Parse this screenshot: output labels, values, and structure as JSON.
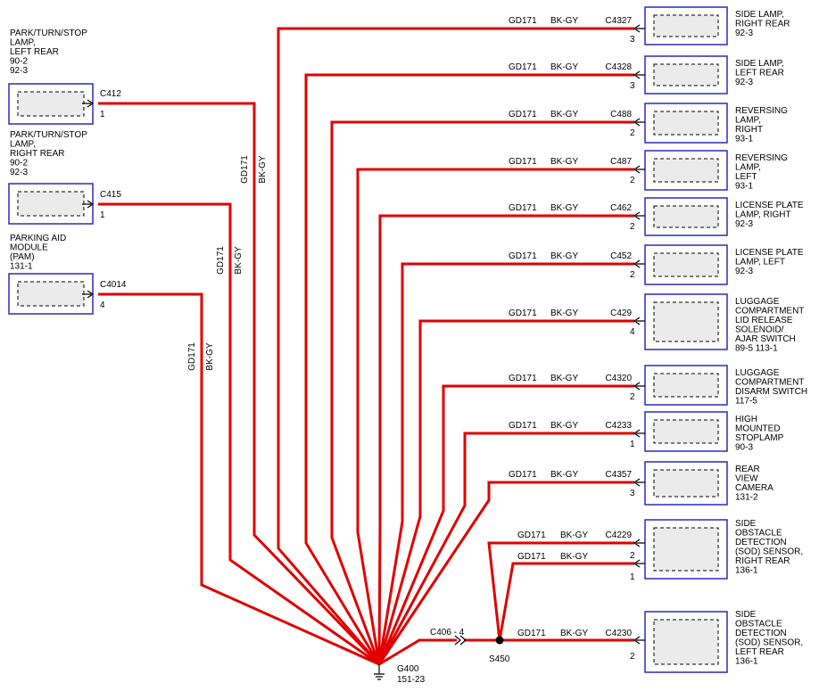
{
  "left_components": [
    {
      "lines": [
        "PARK/TURN/STOP",
        "LAMP,",
        "LEFT REAR",
        "90-2",
        "92-3"
      ],
      "connector": "C412",
      "pin": "1",
      "wire_v": "GD171",
      "wire_c": "BK-GY"
    },
    {
      "lines": [
        "PARK/TURN/STOP",
        "LAMP,",
        "RIGHT REAR",
        "90-2",
        "92-3"
      ],
      "connector": "C415",
      "pin": "1",
      "wire_v": "GD171",
      "wire_c": "BK-GY"
    },
    {
      "lines": [
        "PARKING AID",
        "MODULE",
        "(PAM)",
        "131-1"
      ],
      "connector": "C4014",
      "pin": "4",
      "wire_v": "GD171",
      "wire_c": "BK-GY"
    }
  ],
  "right_components": [
    {
      "lines": [
        "SIDE LAMP,",
        "RIGHT REAR",
        "92-3"
      ],
      "connector": "C4327",
      "pin": "3",
      "circuit": "GD171",
      "color": "BK-GY"
    },
    {
      "lines": [
        "SIDE LAMP,",
        "LEFT REAR",
        "92-3"
      ],
      "connector": "C4328",
      "pin": "3",
      "circuit": "GD171",
      "color": "BK-GY"
    },
    {
      "lines": [
        "REVERSING",
        "LAMP,",
        "RIGHT",
        "93-1"
      ],
      "connector": "C488",
      "pin": "2",
      "circuit": "GD171",
      "color": "BK-GY"
    },
    {
      "lines": [
        "REVERSING",
        "LAMP,",
        "LEFT",
        "93-1"
      ],
      "connector": "C487",
      "pin": "2",
      "circuit": "GD171",
      "color": "BK-GY"
    },
    {
      "lines": [
        "LICENSE PLATE",
        "LAMP, RIGHT",
        "92-3"
      ],
      "connector": "C462",
      "pin": "2",
      "circuit": "GD171",
      "color": "BK-GY"
    },
    {
      "lines": [
        "LICENSE PLATE",
        "LAMP, LEFT",
        "92-3"
      ],
      "connector": "C452",
      "pin": "2",
      "circuit": "GD171",
      "color": "BK-GY"
    },
    {
      "lines": [
        "LUGGAGE",
        "COMPARTMENT",
        "LID RELEASE",
        "SOLENOID/",
        "AJAR SWITCH",
        "89-5    113-1"
      ],
      "connector": "C429",
      "pin": "4",
      "circuit": "GD171",
      "color": "BK-GY"
    },
    {
      "lines": [
        "LUGGAGE",
        "COMPARTMENT",
        "DISARM SWITCH",
        "117-5"
      ],
      "connector": "C4320",
      "pin": "2",
      "circuit": "GD171",
      "color": "BK-GY"
    },
    {
      "lines": [
        "HIGH",
        "MOUNTED",
        "STOPLAMP",
        "90-3"
      ],
      "connector": "C4233",
      "pin": "1",
      "circuit": "GD171",
      "color": "BK-GY"
    },
    {
      "lines": [
        "REAR",
        "VIEW",
        "CAMERA",
        "131-2"
      ],
      "connector": "C4357",
      "pin": "3",
      "circuit": "GD171",
      "color": "BK-GY"
    },
    {
      "lines": [
        "SIDE",
        "OBSTACLE",
        "DETECTION",
        "(SOD) SENSOR,",
        "RIGHT REAR",
        "136-1"
      ],
      "connector": "C4229",
      "pins": [
        "2",
        "1"
      ],
      "circuit": "GD171",
      "color": "BK-GY"
    },
    {
      "lines": [
        "SIDE",
        "OBSTACLE",
        "DETECTION",
        "(SOD) SENSOR,",
        "LEFT REAR",
        "136-1"
      ],
      "connector": "C4230",
      "pin": "2",
      "circuit": "GD171",
      "color": "BK-GY"
    }
  ],
  "ground": {
    "id": "G400",
    "ref": "151-23"
  },
  "inline_connector": "C406 - 4",
  "splice": "S450",
  "colors": {
    "wire": "#e00000",
    "box_border": "#2a2ac0",
    "box_fill": "#ebebeb"
  }
}
